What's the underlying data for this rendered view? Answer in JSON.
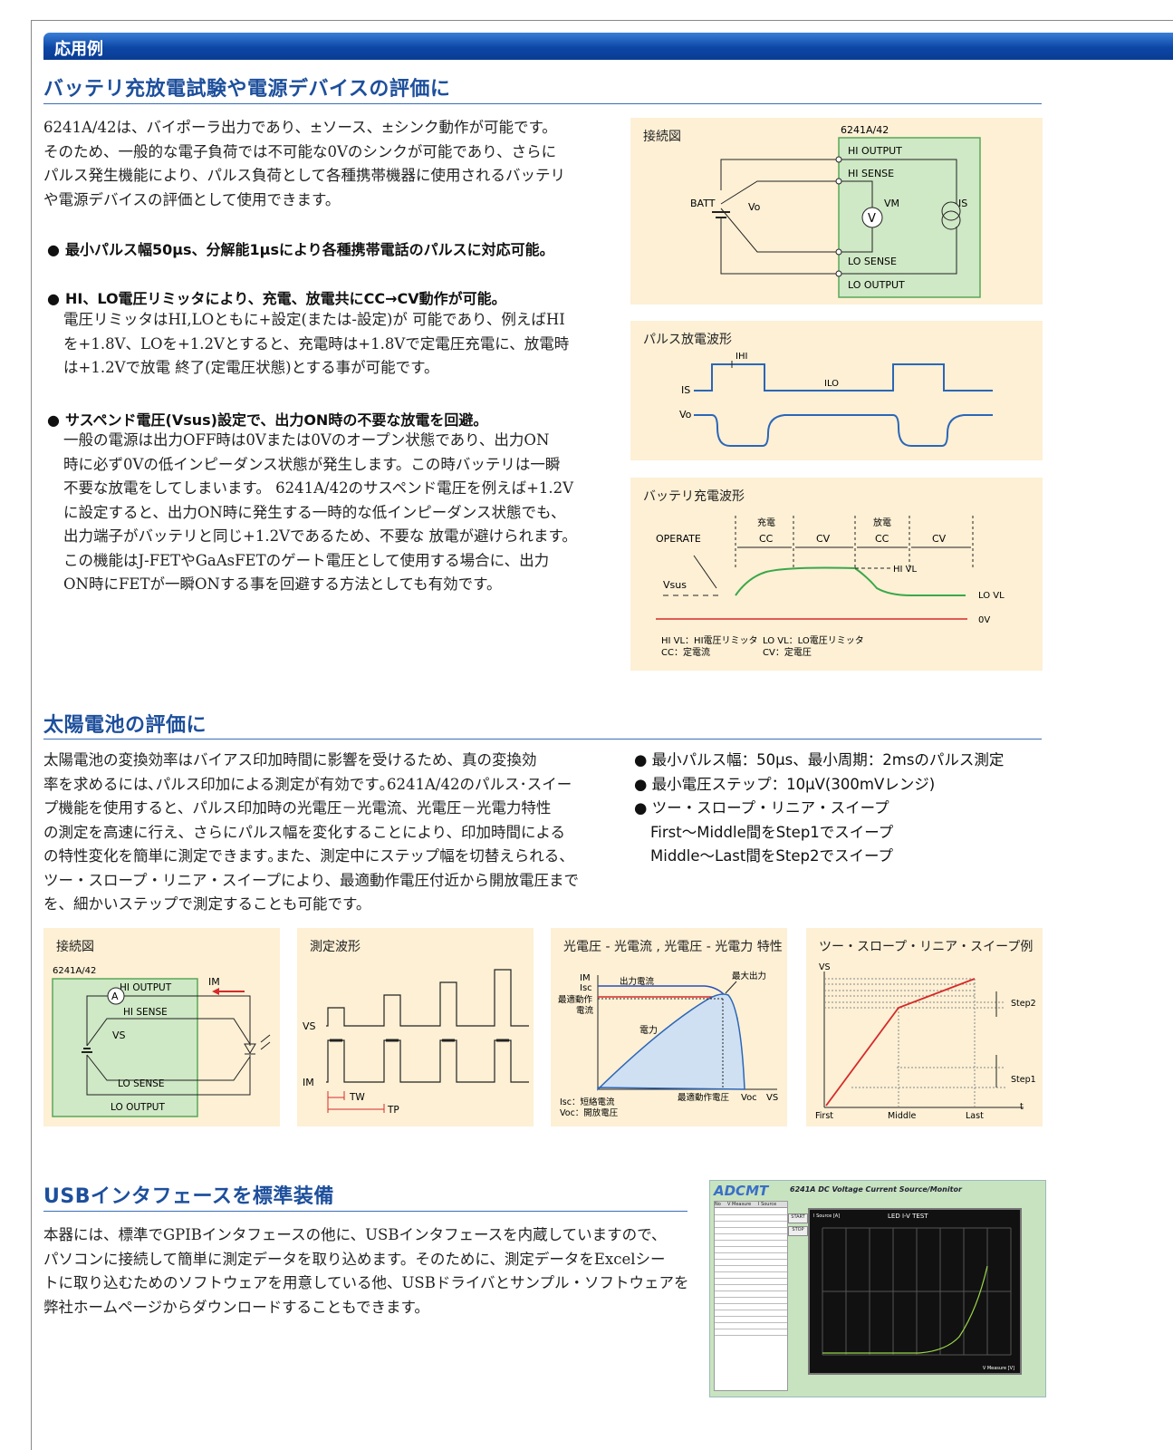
{
  "header": {
    "section_tag": "応用例"
  },
  "battery": {
    "title": "バッテリ充放電試験や電源デバイスの評価に",
    "intro": [
      "6241A/42は、バイポーラ出力であり、±ソース、±シンク動作が可能です。",
      "そのため、一般的な電子負荷では不可能な0Vのシンクが可能であり、さらに",
      "パルス発生機能により、パルス負荷として各種携帯機器に使用されるバッテリ",
      "や電源デバイスの評価として使用できます。"
    ],
    "bullet1": "最小パルス幅50μs、分解能1μsにより各種携帯電話のパルスに対応可能。",
    "bullet2": "HI、LO電圧リミッタにより、充電、放電共にCC→CV動作が可能。",
    "bullet2_text": [
      "電圧リミッタはHI,LOともに+設定(または-設定)が 可能であり、例えばHI",
      "を+1.8V、LOを+1.2Vとすると、充電時は+1.8Vで定電圧充電に、放電時",
      "は+1.2Vで放電 終了(定電圧状態)とする事が可能です。"
    ],
    "bullet3": "サスペンド電圧(Vsus)設定で、出力ON時の不要な放電を回避。",
    "bullet3_text": [
      "一般の電源は出力OFF時は0Vまたは0Vのオープン状態であり、出力ON",
      "時に必ず0Vの低インピーダンス状態が発生します。この時バッテリは一瞬",
      "不要な放電をしてしまいます。 6241A/42のサスペンド電圧を例えば+1.2V",
      "に設定すると、出力ON時に発生する一時的な低インピーダンス状態でも、",
      "出力端子がバッテリと同じ+1.2Vであるため、不要な 放電が避けられます。",
      "この機能はJ-FETやGaAsFETのゲート電圧として使用する場合に、出力",
      "ON時にFETが一瞬ONする事を回避する方法としても有効です。"
    ],
    "diag1": {
      "title": "接続図",
      "model": "6241A/42",
      "hi_output": "HI OUTPUT",
      "hi_sense": "HI SENSE",
      "batt": "BATT",
      "vo": "Vo",
      "vm": "VM",
      "is": "IS",
      "v": "V",
      "lo_sense": "LO SENSE",
      "lo_output": "LO OUTPUT"
    },
    "diag2": {
      "title": "パルス放電波形",
      "ihi": "IHI",
      "ilo": "ILO",
      "is": "IS",
      "vo": "Vo"
    },
    "diag3": {
      "title": "バッテリ充電波形",
      "operate": "OPERATE",
      "charge": "充電",
      "discharge": "放電",
      "cc": "CC",
      "cv": "CV",
      "hivl": "HI VL",
      "lovl": "LO VL",
      "vsus": "Vsus",
      "zero": "0V",
      "legend1": "HI VL：HI電圧リミッタ",
      "legend2": "LO VL：LO電圧リミッタ",
      "legend3": "CC：定電流",
      "legend4": "CV：定電圧"
    }
  },
  "solar": {
    "title": "太陽電池の評価に",
    "text": [
      "太陽電池の変換効率はバイアス印加時間に影響を受けるため、真の変換効",
      "率を求めるには､パルス印加による測定が有効です｡6241A/42のパルス･スイー",
      "プ機能を使用すると、パルス印加時の光電圧－光電流、光電圧－光電力特性",
      "の測定を高速に行え、さらにパルス幅を変化することにより、印加時間による",
      "の特性変化を簡単に測定できます｡また、測定中にステップ幅を切替えられる、",
      "ツー・スロープ・リニア・スイープにより、最適動作電圧付近から開放電圧まで",
      "を、細かいステップで測定することも可能です。"
    ],
    "bullets": [
      "最小パルス幅：50μs、最小周期：2msのパルス測定",
      "最小電圧ステップ：10μV(300mVレンジ)",
      "ツー・スロープ・リニア・スイープ"
    ],
    "sub1": "First〜Middle間をStep1でスイープ",
    "sub2": "Middle〜Last間をStep2でスイープ",
    "box1": {
      "title": "接続図",
      "model": "6241A/42",
      "hi_output": "HI OUTPUT",
      "hi_sense": "HI SENSE",
      "vs": "VS",
      "lo_sense": "LO SENSE",
      "lo_output": "LO OUTPUT",
      "im": "IM",
      "a": "A"
    },
    "box2": {
      "title": "測定波形",
      "vs": "VS",
      "im": "IM",
      "tw": "TW",
      "tp": "TP"
    },
    "box3": {
      "title": "光電圧 - 光電流 , 光電圧 - 光電力 特性",
      "im": "IM",
      "isc": "Isc",
      "opt": "最適動作",
      "current": "電流",
      "out_current": "出力電流",
      "max_power": "最大出力",
      "power": "電力",
      "isc_legend": "Isc：短絡電流",
      "voc_legend": "Voc：開放電圧",
      "opt_v": "最適動作電圧",
      "voc": "Voc",
      "vs": "VS"
    },
    "box4": {
      "title": "ツー・スロープ・リニア・スイープ例",
      "vs": "VS",
      "step2": "Step2",
      "step1": "Step1",
      "first": "First",
      "middle": "Middle",
      "last": "Last",
      "t": "t"
    }
  },
  "usb": {
    "title": "USBインタフェースを標準装備",
    "text": [
      "本器には、標準でGPIBインタフェースの他に、USBインタフェースを内蔵していますので、",
      "パソコンに接続して簡単に測定データを取り込めます。そのために、測定データをExcelシー",
      "トに取り込むためのソフトウェアを用意している他、USBドライバとサンプル・ソフトウェアを",
      "弊社ホームページからダウンロードすることもできます。"
    ],
    "screen": {
      "logo": "ADCMT",
      "app_title": "6241A DC Voltage Current Source/Monitor",
      "graph_title": "LED I-V TEST",
      "start": "START",
      "stop": "STOP",
      "col_no": "No",
      "col_v": "V Measure",
      "col_i": "I Source",
      "y_label": "I Source [A]",
      "x_label": "V Measure [V]"
    }
  }
}
